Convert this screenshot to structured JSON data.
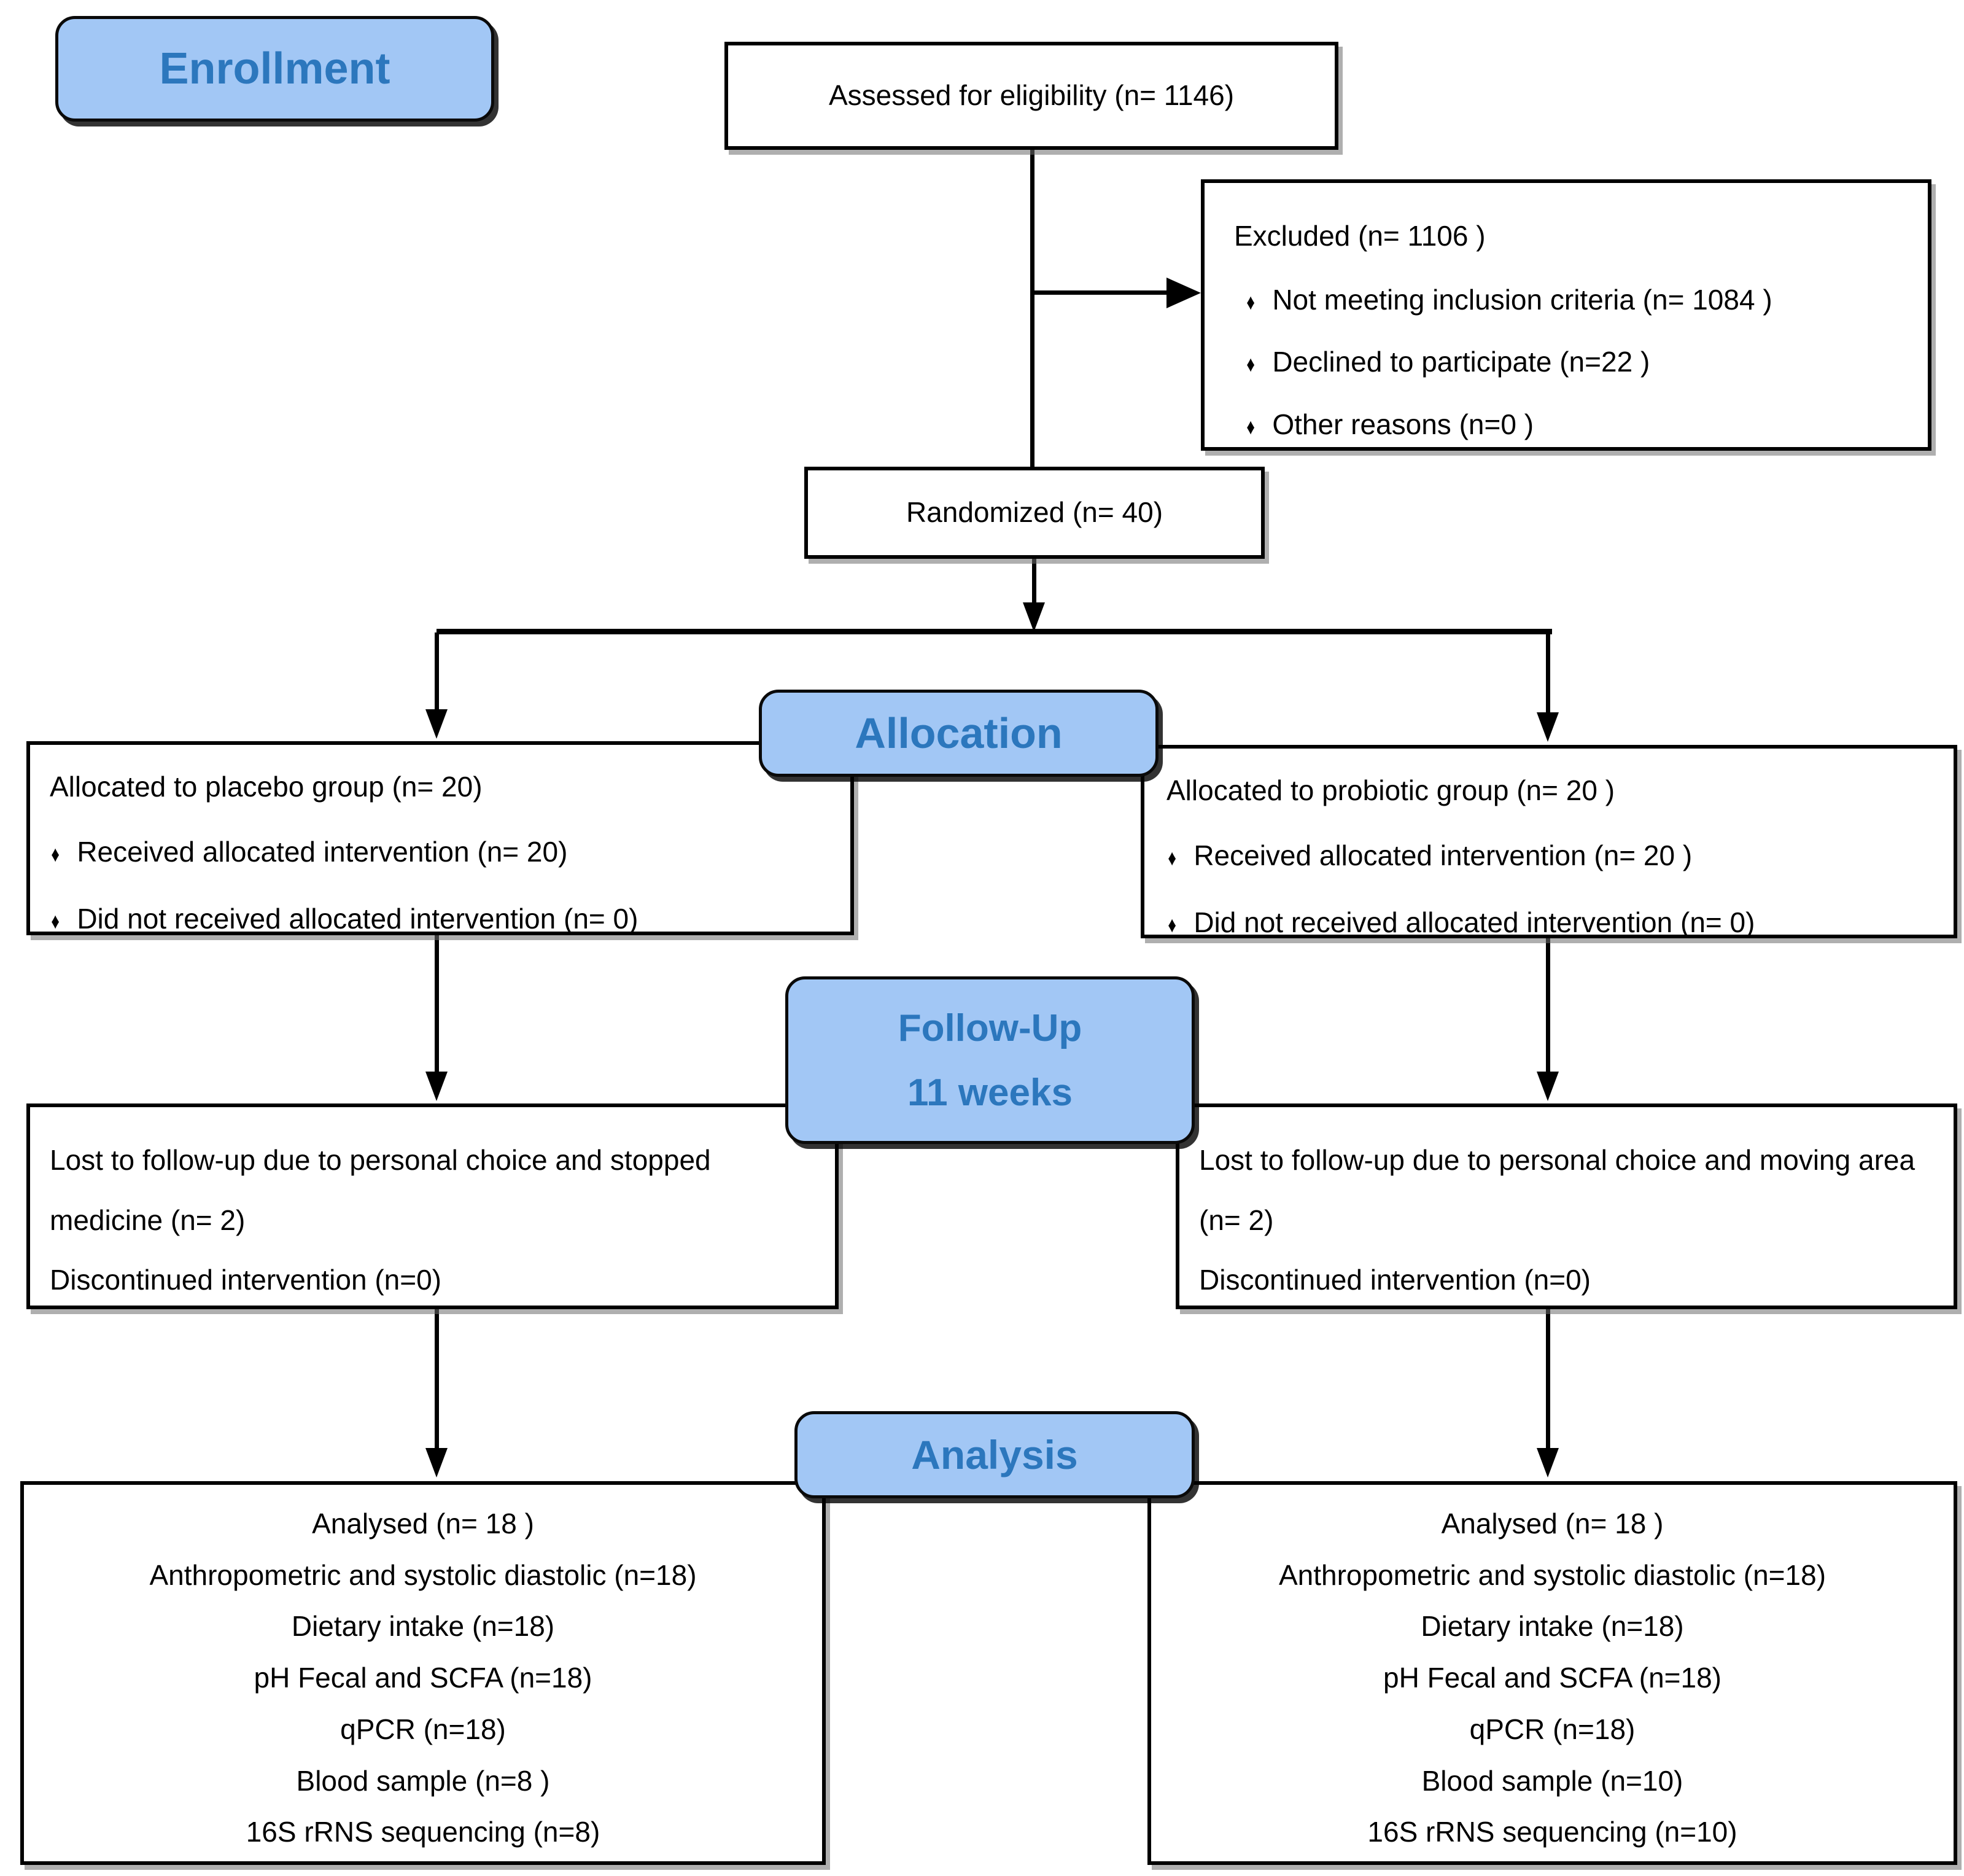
{
  "colors": {
    "badge_fill": "#A2C7F5",
    "badge_text": "#2C77BD",
    "line": "#000000",
    "box_background": "#FFFFFF"
  },
  "glyphs": {
    "bullet": "♦"
  },
  "badges": {
    "enrollment": "Enrollment",
    "allocation": "Allocation",
    "followup_line1": "Follow-Up",
    "followup_line2": "11 weeks",
    "analysis": "Analysis"
  },
  "boxes": {
    "assessed": {
      "text": "Assessed for eligibility (n= 1146)"
    },
    "excluded": {
      "title": "Excluded  (n= 1106 )",
      "bullets": [
        "Not meeting inclusion criteria (n= 1084 )",
        "Declined to participate (n=22 )",
        "Other reasons (n=0 )"
      ]
    },
    "randomized": {
      "text": "Randomized (n= 40)"
    },
    "allocation_left": {
      "title": "Allocated to placebo group (n= 20)",
      "bullets": [
        "Received allocated intervention (n= 20)",
        "Did not received allocated intervention (n= 0)"
      ]
    },
    "allocation_right": {
      "title": "Allocated to probiotic group (n= 20 )",
      "bullets": [
        "Received allocated intervention (n= 20 )",
        "Did not received allocated intervention (n= 0)"
      ]
    },
    "followup_left": {
      "lines": [
        "Lost to follow-up due to personal choice and stopped medicine (n= 2)",
        "Discontinued intervention (n=0)"
      ]
    },
    "followup_right": {
      "lines": [
        "Lost to follow-up  due to personal choice and moving area (n= 2)",
        "Discontinued intervention (n=0)"
      ]
    },
    "analysis_left": {
      "lines": [
        "Analysed  (n= 18 )",
        "Anthropometric and systolic diastolic (n=18)",
        "Dietary intake (n=18)",
        "pH Fecal and SCFA (n=18)",
        "qPCR (n=18)",
        "Blood sample (n=8 )",
        "16S rRNS sequencing (n=8)"
      ]
    },
    "analysis_right": {
      "lines": [
        "Analysed  (n= 18 )",
        "Anthropometric and systolic diastolic (n=18)",
        "Dietary intake (n=18)",
        "pH Fecal and SCFA (n=18)",
        "qPCR (n=18)",
        "Blood sample (n=10)",
        "16S rRNS sequencing (n=10)"
      ]
    }
  }
}
